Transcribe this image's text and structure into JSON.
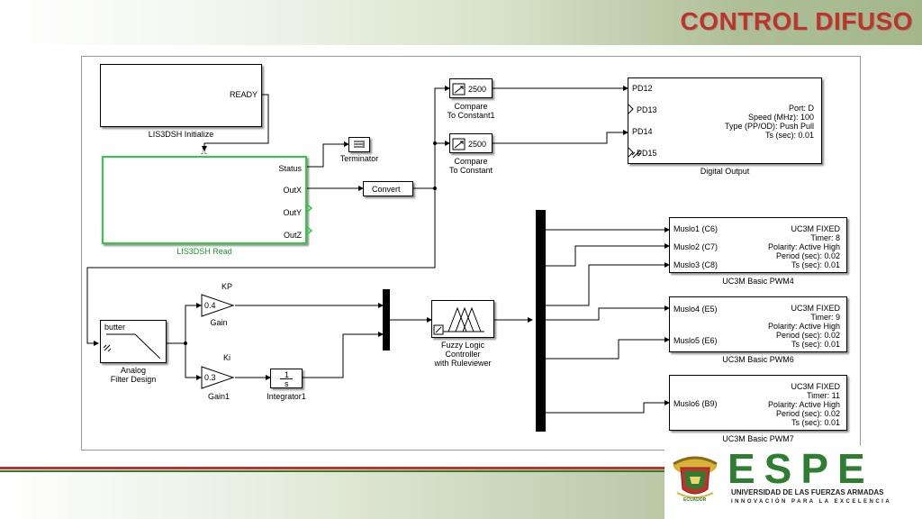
{
  "slide": {
    "title": "CONTROL DIFUSO"
  },
  "blocks": {
    "init": {
      "port_ready": "READY",
      "caption": "LIS3DSH Initialize",
      "trigger_glyph": "⎍"
    },
    "read": {
      "ports": [
        "Status",
        "OutX",
        "OutY",
        "OutZ"
      ],
      "caption": "LIS3DSH Read"
    },
    "terminator": {
      "caption": "Terminator"
    },
    "convert": {
      "label": "Convert"
    },
    "compare1": {
      "value": "2500",
      "caption1": "Compare",
      "caption2": "To Constant1"
    },
    "compare2": {
      "value": "2500",
      "caption1": "Compare",
      "caption2": "To Constant"
    },
    "digital_output": {
      "ports": [
        "PD12",
        "PD13",
        "PD14",
        "PD15"
      ],
      "params": [
        "Port: D",
        "Speed (MHz): 100",
        "Type (PP/OD): Push Pull",
        "Ts (sec): 0.01"
      ],
      "caption": "Digital Output"
    },
    "filter": {
      "label": "butter",
      "caption1": "Analog",
      "caption2": "Filter Design"
    },
    "gain_kp": {
      "value": "0.4",
      "top_label": "KP",
      "caption": "Gain"
    },
    "gain_ki": {
      "value": "0.3",
      "top_label": "Ki",
      "caption": "Gain1"
    },
    "integrator": {
      "num": "1",
      "den": "s",
      "caption": "Integrator1"
    },
    "fuzzy": {
      "caption1": "Fuzzy Logic",
      "caption2": "Controller",
      "caption3": "with Ruleviewer"
    },
    "pwm4": {
      "ports": [
        "Muslo1 (C6)",
        "Muslo2 (C7)",
        "Muslo3 (C8)"
      ],
      "params": [
        "UC3M FIXED",
        "Timer: 8",
        "Polarity: Active High",
        "Period (sec): 0.02",
        "Ts (sec): 0.01"
      ],
      "caption": "UC3M Basic PWM4"
    },
    "pwm6": {
      "ports": [
        "Muslo4 (E5)",
        "Muslo5 (E6)"
      ],
      "params": [
        "UC3M FIXED",
        "Timer: 9",
        "Polarity: Active High",
        "Period (sec): 0.02",
        "Ts (sec): 0.01"
      ],
      "caption": "UC3M Basic PWM6"
    },
    "pwm7": {
      "ports": [
        "Muslo6 (B9)"
      ],
      "params": [
        "UC3M FIXED",
        "Timer: 11",
        "Polarity: Active High",
        "Period (sec): 0.02",
        "Ts (sec): 0.01"
      ],
      "caption": "UC3M Basic PWM7"
    }
  },
  "logo": {
    "name": "ESPE",
    "line1": "UNIVERSIDAD DE LAS FUERZAS ARMADAS",
    "line2": "INNOVACIÓN PARA LA EXCELENCIA",
    "seal_text": "ECUADOR"
  },
  "colors": {
    "title": "#c0322d",
    "logo_green": "#2e7d32",
    "read_block_border": "#2ecc40",
    "read_caption": "#1a9a30"
  }
}
